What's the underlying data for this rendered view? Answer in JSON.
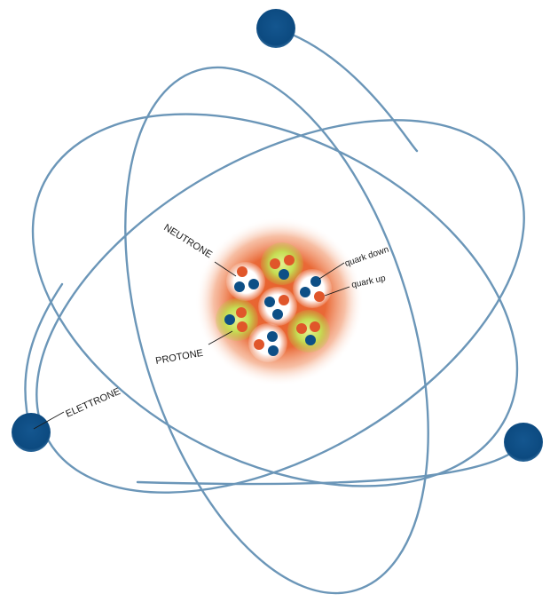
{
  "diagram": {
    "labels": {
      "neutron": "NEUTRONE",
      "proton": "PROTONE",
      "electron": "ELETTRONE",
      "quark_down": "quark down",
      "quark_up": "quark up"
    },
    "colors": {
      "orbit": "#6b96b8",
      "electron": "#0d4f86",
      "quark_down": "#0d4f86",
      "quark_up": "#e0562a",
      "nucleus_glow": "#e8612c",
      "proton_glow": "#bcd84a",
      "neutron_glow": "#ffffff"
    },
    "nucleus": {
      "particles": [
        {
          "type": "neutron",
          "quarks": [
            "up",
            "down",
            "down"
          ]
        },
        {
          "type": "proton",
          "quarks": [
            "up",
            "up",
            "down"
          ]
        },
        {
          "type": "neutron",
          "quarks": [
            "down",
            "up",
            "down"
          ]
        },
        {
          "type": "neutron",
          "quarks": [
            "down",
            "down",
            "up"
          ]
        },
        {
          "type": "proton",
          "quarks": [
            "down",
            "up",
            "up"
          ]
        },
        {
          "type": "neutron",
          "quarks": [
            "up",
            "down",
            "down"
          ]
        },
        {
          "type": "proton",
          "quarks": [
            "up",
            "up",
            "down"
          ]
        }
      ]
    },
    "electron_count": 3
  }
}
